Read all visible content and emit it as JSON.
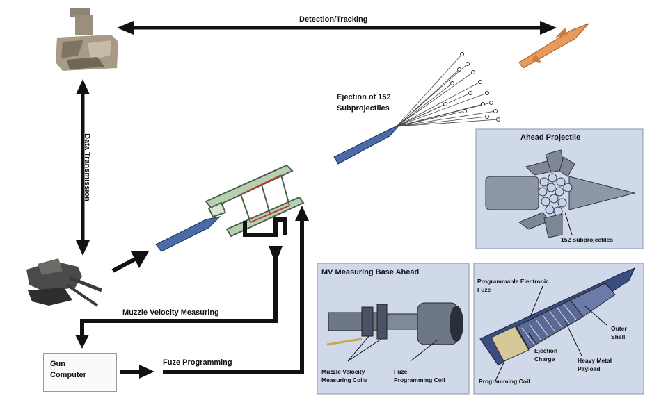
{
  "labels": {
    "detection_tracking": "Detection/Tracking",
    "data_transmission": "Data Transmission",
    "ejection_line1": "Ejection of 152",
    "ejection_line2": "Subprojectiles",
    "muzzle_velocity_measuring": "Muzzle Velocity Measuring",
    "fuze_programming": "Fuze Programming",
    "gun_computer_line1": "Gun",
    "gun_computer_line2": "Computer"
  },
  "panels": {
    "ahead_projectile": {
      "title": "Ahead Projectile",
      "subprojectiles_label": "152 Subprojectiles"
    },
    "mv_base": {
      "title": "MV Measuring Base Ahead",
      "coils_line1": "Muzzle Velocity",
      "coils_line2": "Measuring Coils",
      "fuze_coil_line1": "Fuze",
      "fuze_coil_line2": "Programming Coil"
    },
    "cutaway": {
      "fuze_line1": "Programmable Electronic",
      "fuze_line2": "Fuze",
      "ejection_line1": "Ejection",
      "ejection_line2": "Charge",
      "payload_line1": "Heavy Metal",
      "payload_line2": "Payload",
      "outer_line1": "Outer",
      "outer_line2": "Shell",
      "coil_label": "Programming Coil"
    }
  },
  "colors": {
    "arrow": "#111111",
    "panel_bg": "#cfd9ea",
    "projectile_blue": "#4a6aa8",
    "missile_orange": "#e69a5c",
    "radar_camo": "#a89a84"
  }
}
